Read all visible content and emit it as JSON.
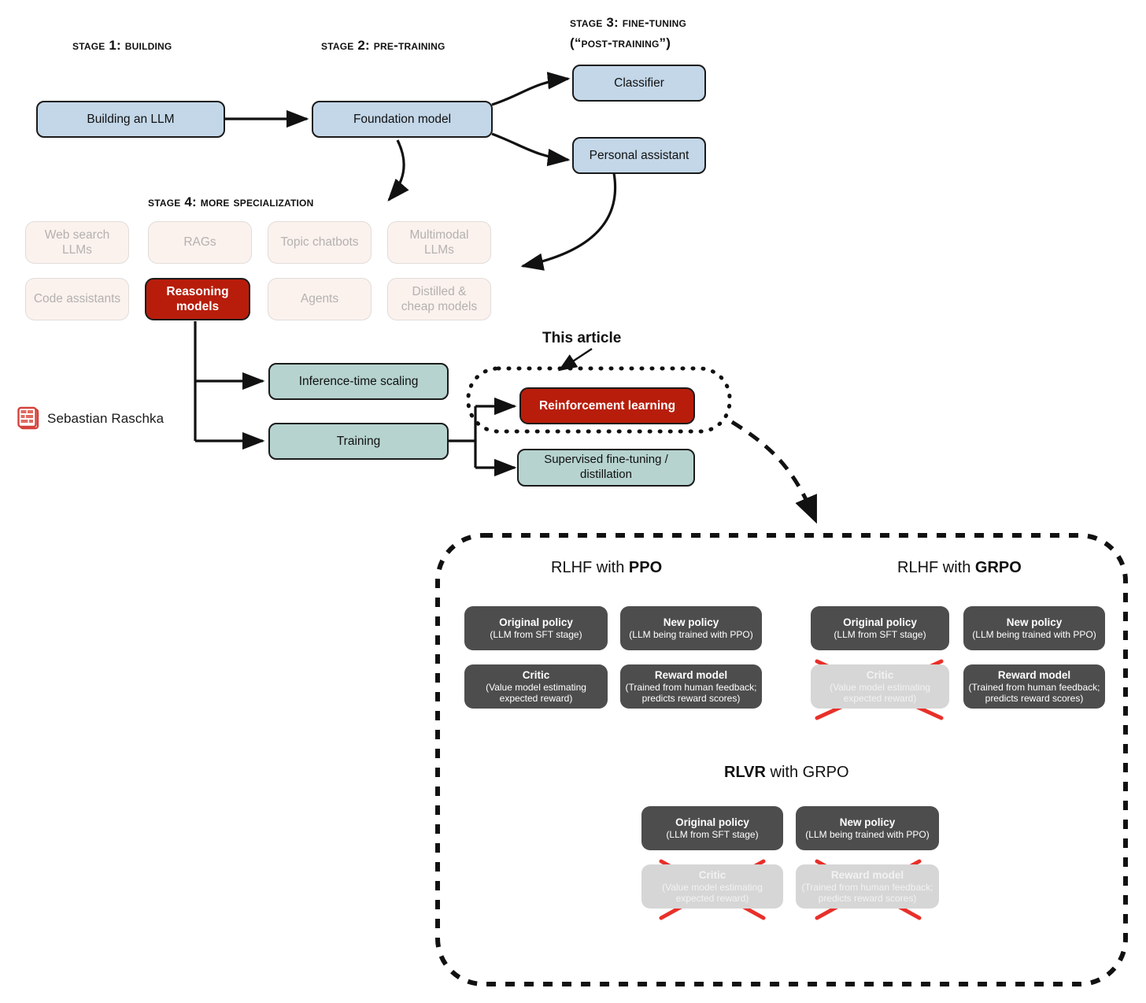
{
  "stages": {
    "stage1": "Stage 1: Building",
    "stage2": "Stage 2: Pre-training",
    "stage3_line1": "Stage 3: Fine-tuning",
    "stage3_line2": "(“Post-Training”)",
    "stage4": "Stage 4: More Specialization"
  },
  "pipeline": {
    "building_llm": "Building an LLM",
    "foundation_model": "Foundation model",
    "classifier": "Classifier",
    "personal_assistant": "Personal assistant"
  },
  "specialization": [
    {
      "label": "Web search\nLLMs",
      "state": "faded"
    },
    {
      "label": "RAGs",
      "state": "faded"
    },
    {
      "label": "Topic chatbots",
      "state": "faded"
    },
    {
      "label": "Multimodal\nLLMs",
      "state": "faded"
    },
    {
      "label": "Code assistants",
      "state": "faded"
    },
    {
      "label": "Reasoning\nmodels",
      "state": "highlight"
    },
    {
      "label": "Agents",
      "state": "faded"
    },
    {
      "label": "Distilled &\ncheap models",
      "state": "faded"
    }
  ],
  "reasoning_branch": {
    "inference_time_scaling": "Inference-time scaling",
    "training": "Training",
    "reinforcement_learning": "Reinforcement learning",
    "sft_distillation": "Supervised fine-tuning /\ndistillation",
    "this_article": "This article"
  },
  "signature": {
    "name": "Sebastian Raschka",
    "logo": "book-logo-icon"
  },
  "rl_panel": {
    "sections": [
      {
        "id": "rlhf-ppo",
        "title_prefix": "RLHF with ",
        "title_strong": "PPO",
        "boxes": [
          {
            "title": "Original policy",
            "subtitle": "(LLM from SFT stage)",
            "crossed": false
          },
          {
            "title": "New policy",
            "subtitle": "(LLM being trained with PPO)",
            "crossed": false
          },
          {
            "title": "Critic",
            "subtitle": "(Value model estimating\nexpected reward)",
            "crossed": false
          },
          {
            "title": "Reward model",
            "subtitle": "(Trained from human feedback;\npredicts reward scores)",
            "crossed": false
          }
        ]
      },
      {
        "id": "rlhf-grpo",
        "title_prefix": "RLHF with ",
        "title_strong": "GRPO",
        "boxes": [
          {
            "title": "Original policy",
            "subtitle": "(LLM from SFT stage)",
            "crossed": false
          },
          {
            "title": "New policy",
            "subtitle": "(LLM being trained with PPO)",
            "crossed": false
          },
          {
            "title": "Critic",
            "subtitle": "(Value model estimating\nexpected reward)",
            "crossed": true
          },
          {
            "title": "Reward model",
            "subtitle": "(Trained from human feedback;\npredicts reward scores)",
            "crossed": false
          }
        ]
      },
      {
        "id": "rlvr-grpo",
        "title_prefix": "",
        "title_strong": "RLVR",
        "title_suffix": " with GRPO",
        "boxes": [
          {
            "title": "Original policy",
            "subtitle": "(LLM from SFT stage)",
            "crossed": false
          },
          {
            "title": "New policy",
            "subtitle": "(LLM being trained with PPO)",
            "crossed": false
          },
          {
            "title": "Critic",
            "subtitle": "(Value model estimating\nexpected reward)",
            "crossed": true
          },
          {
            "title": "Reward model",
            "subtitle": "(Trained from human feedback;\npredicts reward scores)",
            "crossed": true
          }
        ]
      }
    ]
  },
  "colors": {
    "blue_fill": "#c3d7e8",
    "teal_fill": "#b6d3cf",
    "red_fill": "#b81d0b",
    "faded_fill": "#fbf2ee",
    "dark_box": "#4d4d4d",
    "disabled_box": "#d6d6d6",
    "cross_red": "#e8302a",
    "stroke": "#1b1b1b"
  }
}
